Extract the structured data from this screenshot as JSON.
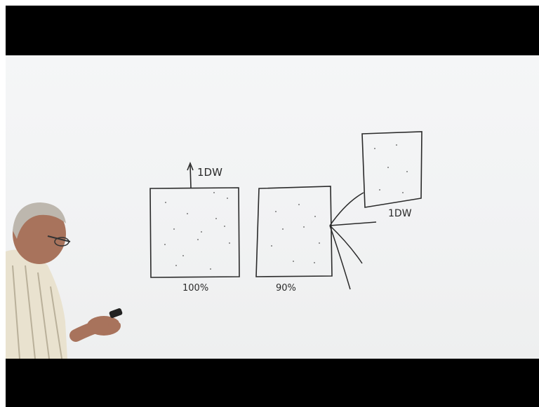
{
  "video": {
    "letterbox_color": "#000000",
    "whiteboard_color": "#f3f4f5",
    "ink_color": "#2a2a2a"
  },
  "whiteboard": {
    "box1": {
      "top_label": "1DW",
      "bottom_label": "100%"
    },
    "box2": {
      "bottom_label": "90%"
    },
    "box3": {
      "bottom_label": "1DW"
    }
  },
  "presenter": {
    "description_icon": "presenter-person"
  }
}
